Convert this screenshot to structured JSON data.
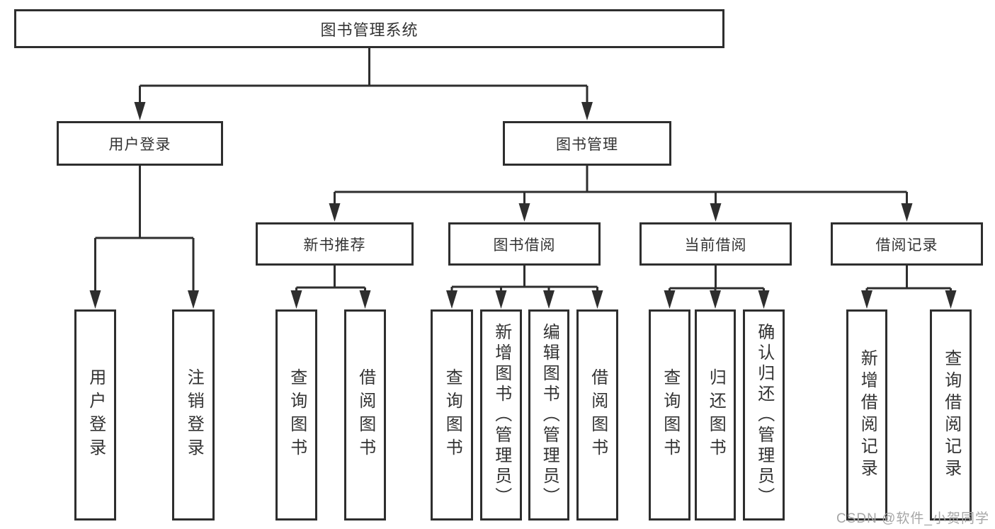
{
  "diagram": {
    "title": "图书管理系统",
    "watermark": "CSDN @软件_小贺同学"
  },
  "colors": {
    "line": "#2e2e2e",
    "text": "#333333",
    "background": "#ffffff",
    "watermark": "#a6a6a6"
  },
  "nodes": {
    "root": "图书管理系统",
    "user_login": "用户登录",
    "book_mgmt": "图书管理",
    "new_book_rec": "新书推荐",
    "book_borrow": "图书借阅",
    "current_borrow": "当前借阅",
    "borrow_records": "借阅记录",
    "leaf_user_login": "用户登录",
    "leaf_logout": "注销登录",
    "leaf_query_book_rec": "查询图书",
    "leaf_borrow_book_rec": "借阅图书",
    "leaf_query_book_borrow": "查询图书",
    "leaf_add_book_admin": "新增图书（管理员）",
    "leaf_edit_book_admin": "编辑图书（管理员）",
    "leaf_borrow_book_borrow": "借阅图书",
    "leaf_query_book_current": "查询图书",
    "leaf_return_book": "归还图书",
    "leaf_confirm_return_admin": "确认归还（管理员）",
    "leaf_add_borrow_record": "新增借阅记录",
    "leaf_query_borrow_record": "查询借阅记录"
  },
  "hierarchy": {
    "图书管理系统": [
      "用户登录",
      "图书管理"
    ],
    "用户登录": [
      "用户登录",
      "注销登录"
    ],
    "图书管理": [
      "新书推荐",
      "图书借阅",
      "当前借阅",
      "借阅记录"
    ],
    "新书推荐": [
      "查询图书",
      "借阅图书"
    ],
    "图书借阅": [
      "查询图书",
      "新增图书（管理员）",
      "编辑图书（管理员）",
      "借阅图书"
    ],
    "当前借阅": [
      "查询图书",
      "归还图书",
      "确认归还（管理员）"
    ],
    "借阅记录": [
      "新增借阅记录",
      "查询借阅记录"
    ]
  }
}
